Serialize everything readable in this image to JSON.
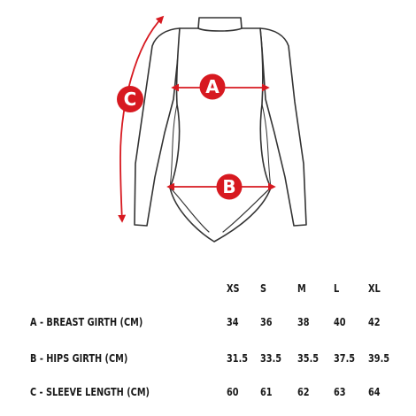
{
  "diagram": {
    "markers": {
      "breast": "A",
      "hips": "B",
      "sleeve": "C"
    },
    "colors": {
      "outline": "#333333",
      "accent": "#d71920"
    }
  },
  "size_table": {
    "sizes": [
      "XS",
      "S",
      "M",
      "L",
      "XL"
    ],
    "rows": [
      {
        "label": "A - BREAST GIRTH (CM)",
        "values": [
          "34",
          "36",
          "38",
          "40",
          "42"
        ]
      },
      {
        "label": "B - HIPS GIRTH (CM)",
        "values": [
          "31.5",
          "33.5",
          "35.5",
          "37.5",
          "39.5"
        ]
      },
      {
        "label": "C - SLEEVE LENGTH (CM)",
        "values": [
          "60",
          "61",
          "62",
          "63",
          "64"
        ]
      }
    ]
  }
}
